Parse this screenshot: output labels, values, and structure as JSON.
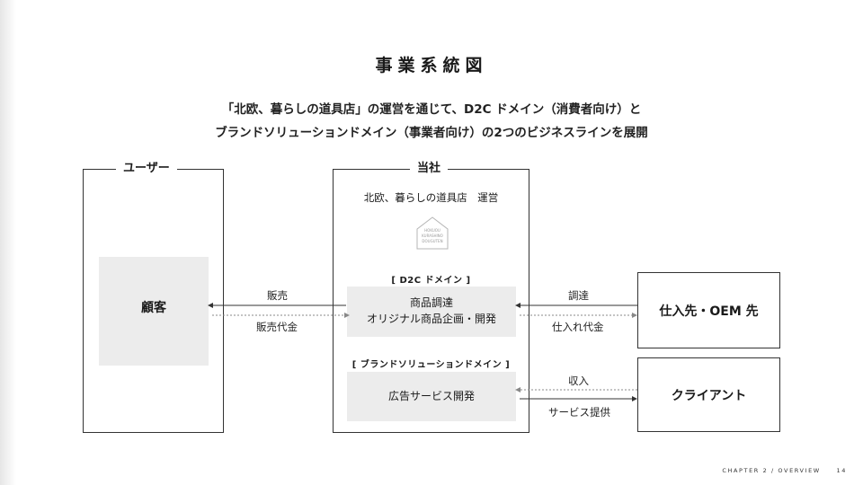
{
  "title": "事業系統図",
  "subtitle": {
    "line1": "「北欧、暮らしの道具店」の運営を通じて、D2C ドメイン（消費者向け）と",
    "line2": "ブランドソリューションドメイン（事業者向け）の2つのビジネスラインを展開"
  },
  "user_frame": {
    "label": "ユーザー",
    "customer": "顧客"
  },
  "company_frame": {
    "label": "当社",
    "store_caption": "北欧、暮らしの道具店　運営",
    "logo_lines": [
      "HOKUOU",
      "KURASHINO",
      "DOUGUTEN"
    ],
    "d2c": {
      "tag": "[ D2C ドメイン ]",
      "line1": "商品調達",
      "line2": "オリジナル商品企画・開発"
    },
    "brand": {
      "tag": "[ ブランドソリューションドメイン ]",
      "line1": "広告サービス開発"
    }
  },
  "flows": {
    "sales": "販売",
    "sales_payment": "販売代金",
    "procurement": "調達",
    "purchase_payment": "仕入れ代金",
    "revenue": "収入",
    "service_provision": "サービス提供"
  },
  "partners": {
    "supplier": "仕入先・OEM 先",
    "client": "クライアント"
  },
  "footer": {
    "chapter": "CHAPTER 2 / OVERVIEW",
    "page": "14"
  }
}
